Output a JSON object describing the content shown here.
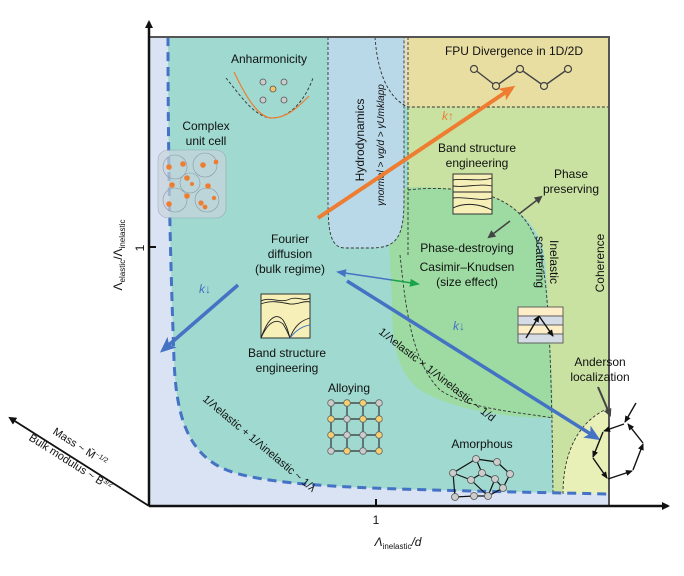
{
  "axes": {
    "y_label_main": "Λ",
    "y_label_sub1": "elastic",
    "y_label_mid": "/Λ",
    "y_label_sub2": "inelastic",
    "y_tick": "1",
    "x_label_main": "Λ",
    "x_label_sub": "inelastic",
    "x_label_tail": "/d",
    "x_tick": "1",
    "diag_label_top": "Mass ~ M̄",
    "diag_label_top_sup": "−1/2",
    "diag_label_bottom": "Bulk modulus ~ B",
    "diag_label_bottom_sup": "3/2"
  },
  "regions": {
    "anharmonicity": "Anharmonicity",
    "complex_unit_cell_1": "Complex",
    "complex_unit_cell_2": "unit cell",
    "fourier_1": "Fourier",
    "fourier_2": "diffusion",
    "fourier_3": "(bulk regime)",
    "band_left_1": "Band structure",
    "band_left_2": "engineering",
    "alloying": "Alloying",
    "amorphous": "Amorphous",
    "hydrodynamics": "Hydrodynamics",
    "hydro_condition": "γnormal > vg/d > γUmklapp",
    "fpu": "FPU Divergence in 1D/2D",
    "band_right_1": "Band structure",
    "band_right_2": "engineering",
    "phase_preserving_1": "Phase",
    "phase_preserving_2": "preserving",
    "phase_destroying": "Phase-destroying",
    "casimir_1": "Casimir–Knudsen",
    "casimir_2": "(size effect)",
    "inelastic_1": "Inelastic",
    "inelastic_2": "scattering",
    "coherence": "Coherence",
    "anderson_1": "Anderson",
    "anderson_2": "localization"
  },
  "annotations": {
    "k_up": "k↑",
    "k_down_left": "k↓",
    "k_down_right": "k↓",
    "curve_lambda": "1/Λelastic + 1/Λinelastic ~ 1/λ",
    "curve_d": "1/Λelastic × 1/Λinelastic ~ 1/d"
  },
  "colors": {
    "outer": "#dae3f3",
    "fourier": "#9fd9cf",
    "hydro": "#b9d8e8",
    "fpu": "#e8dea2",
    "fpu_corner": "#e6dcc0",
    "coherence": "#c9e2a1",
    "casimir": "#9ddba2",
    "anderson": "#e8f0b8",
    "orange": "#ee7d31",
    "blue": "#4472c4",
    "green": "#1aa34a"
  }
}
